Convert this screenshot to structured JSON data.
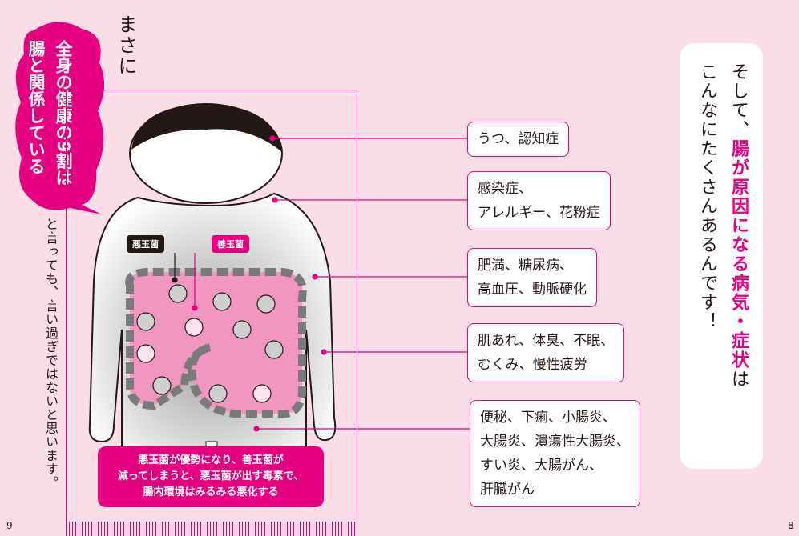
{
  "left_page": {
    "lead": "まさに",
    "bubble": [
      "全身の健康の9割は",
      "腸と関係している"
    ],
    "follow": "と言っても、言い過ぎではないと思います。",
    "labels": {
      "bad": "悪玉菌",
      "good": "善玉菌"
    },
    "note": [
      "悪玉菌が優勢になり、善玉菌が",
      "減ってしまうと、悪玉菌が出す毒素で、",
      "腸内環境はみるみる悪化する"
    ],
    "page_number": "9"
  },
  "conditions": [
    "うつ、認知症",
    "感染症、\nアレルギー、花粉症",
    "肥満、糖尿病、\n高血圧、動脈硬化",
    "肌あれ、体臭、不眠、\nむくみ、慢性疲労",
    "便秘、下痢、小腸炎、\n大腸炎、潰瘍性大腸炎、\nすい炎、大腸がん、\n肝臓がん"
  ],
  "right_page": {
    "line1_pre": "そして、",
    "line1_highlight": "腸が原因になる病気・症状",
    "line1_post": "は",
    "line2": "こんなにたくさんあるんです！",
    "page_number": "8"
  },
  "colors": {
    "accent": "#e4007f",
    "background": "#fbdde8"
  }
}
